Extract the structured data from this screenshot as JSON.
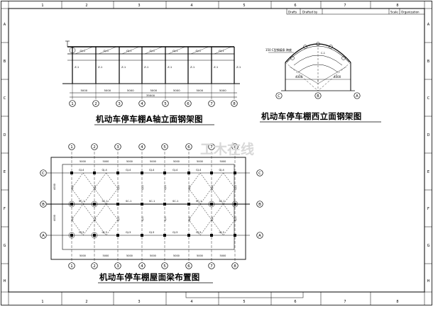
{
  "sheet": {
    "column_refs": [
      "1",
      "2",
      "3",
      "4",
      "5",
      "6",
      "7",
      "8"
    ],
    "row_refs": [
      "A",
      "B",
      "C",
      "D",
      "E",
      "F",
      "G",
      "H"
    ],
    "title_block": {
      "label_a": "Drafts",
      "label_b": "Drafted by",
      "label_c": "Scale",
      "label_d": "Organization"
    }
  },
  "views": {
    "a_axis_title": "机动车停车棚A轴立面钢架图",
    "west_title": "机动车停车棚西立面钢架图",
    "roof_title": "机动车停车棚屋面梁布置图"
  },
  "axis_labels": {
    "columns": [
      "1",
      "2",
      "3",
      "4",
      "5",
      "6",
      "7",
      "8"
    ],
    "rows": [
      "A",
      "B",
      "C"
    ]
  },
  "member_marks": {
    "gj1": "GJ-1",
    "gj2": "GJ-2",
    "gj3": "GJ-3",
    "gj4": "GJ-4",
    "sc1": "SC-1",
    "z1": "Z-1",
    "c1": "C-1"
  },
  "dimensions": {
    "bay": "5000",
    "total": "35000",
    "span_a": "4000",
    "span_b": "4000",
    "note": "150 C型钢檩条 跨度"
  },
  "watermark": "工木在线",
  "colors": {
    "line": "#000000",
    "watermark": "#d0d0d0"
  }
}
